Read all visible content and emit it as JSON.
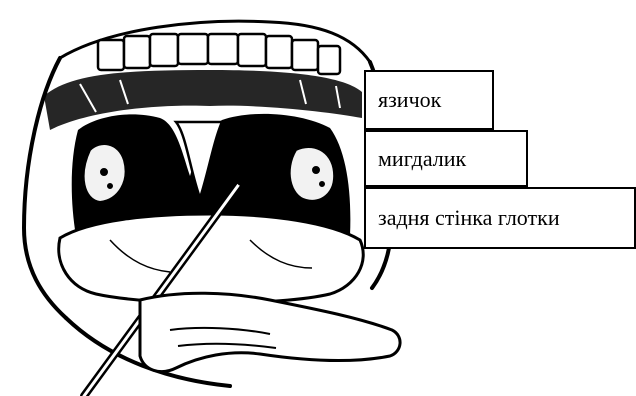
{
  "labels": [
    {
      "text": "язичок"
    },
    {
      "text": "мигдалик"
    },
    {
      "text": "задня стінка глотки"
    }
  ]
}
